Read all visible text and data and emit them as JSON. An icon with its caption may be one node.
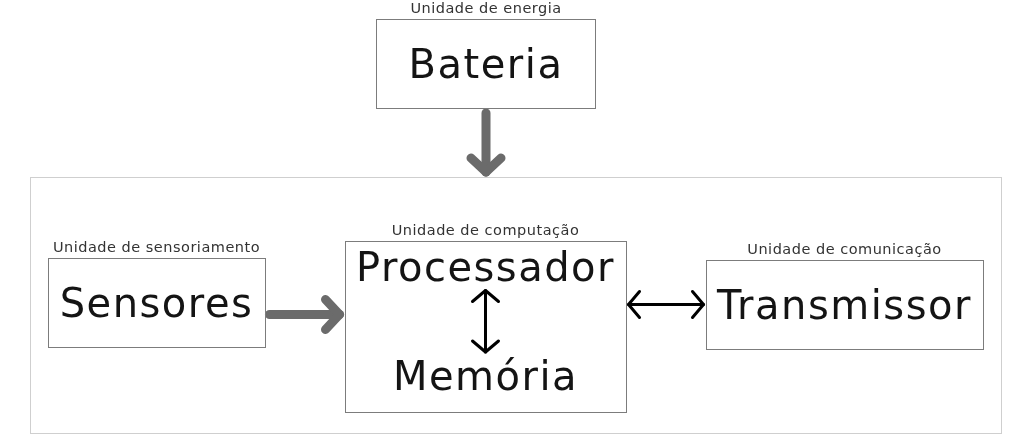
{
  "diagram": {
    "nodes": [
      {
        "text": [
          "Unidade de energia",
          "Bateria"
        ]
      },
      {
        "text": [],
        "shape": "box"
      },
      {
        "text": [
          "Unidade de sensoriamento",
          "Sensores"
        ],
        "in": 1
      },
      {
        "text": [
          "Unidade de computação"
        ],
        "in": 1
      },
      {
        "text": [
          "Processador"
        ],
        "in": 3
      },
      {
        "text": [
          "Memória"
        ],
        "in": 3
      },
      {
        "text": [
          "Unidade de comunicação",
          "Transmissor"
        ],
        "in": 1
      }
    ],
    "edges": [
      {
        "from": 0,
        "to": 1,
        "arrow": "to",
        "style": "thick",
        "color": "#6b6b6b"
      },
      {
        "from": 2,
        "to": 3,
        "arrow": "to",
        "style": "thick",
        "color": "#6b6b6b"
      },
      {
        "from": 3,
        "to": 6,
        "arrow": "both",
        "color": "#000000"
      },
      {
        "from": 4,
        "to": 5,
        "arrow": "both",
        "color": "#000000"
      }
    ]
  }
}
